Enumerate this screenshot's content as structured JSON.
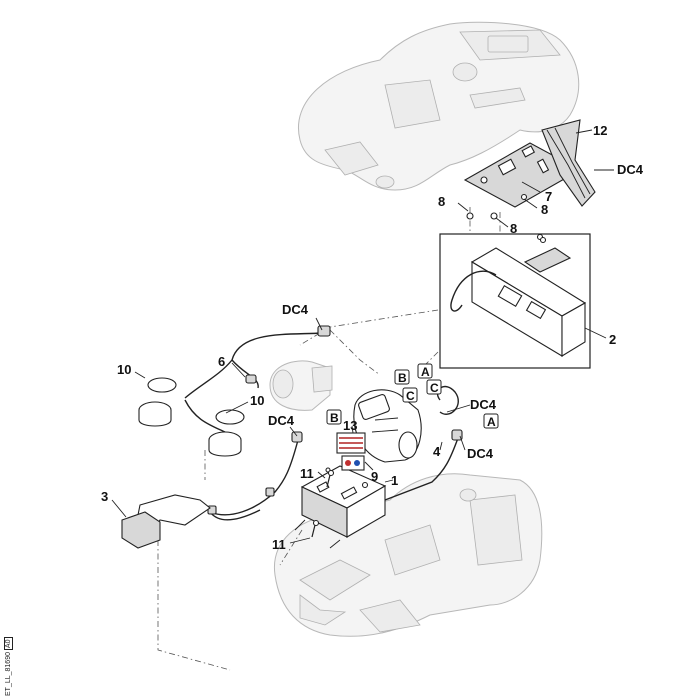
{
  "figure": {
    "callouts": {
      "p1": "1",
      "p2": "2",
      "p3": "3",
      "p4": "4",
      "p6": "6",
      "p7": "7",
      "p8a": "8",
      "p8b": "8",
      "p8c": "8",
      "p9": "9",
      "p10a": "10",
      "p10b": "10",
      "p11a": "11",
      "p11b": "11",
      "p12": "12",
      "p13": "13",
      "dc4a": "DC4",
      "dc4b": "DC4",
      "dc4c": "DC4",
      "dc4d": "DC4",
      "dc4e": "DC4"
    },
    "refs": {
      "A1": "A",
      "A2": "A",
      "B1": "B",
      "B2": "B",
      "C1": "C",
      "C2": "C"
    },
    "footer_code": "ET_LL_81690",
    "footer_code2": "A0"
  }
}
